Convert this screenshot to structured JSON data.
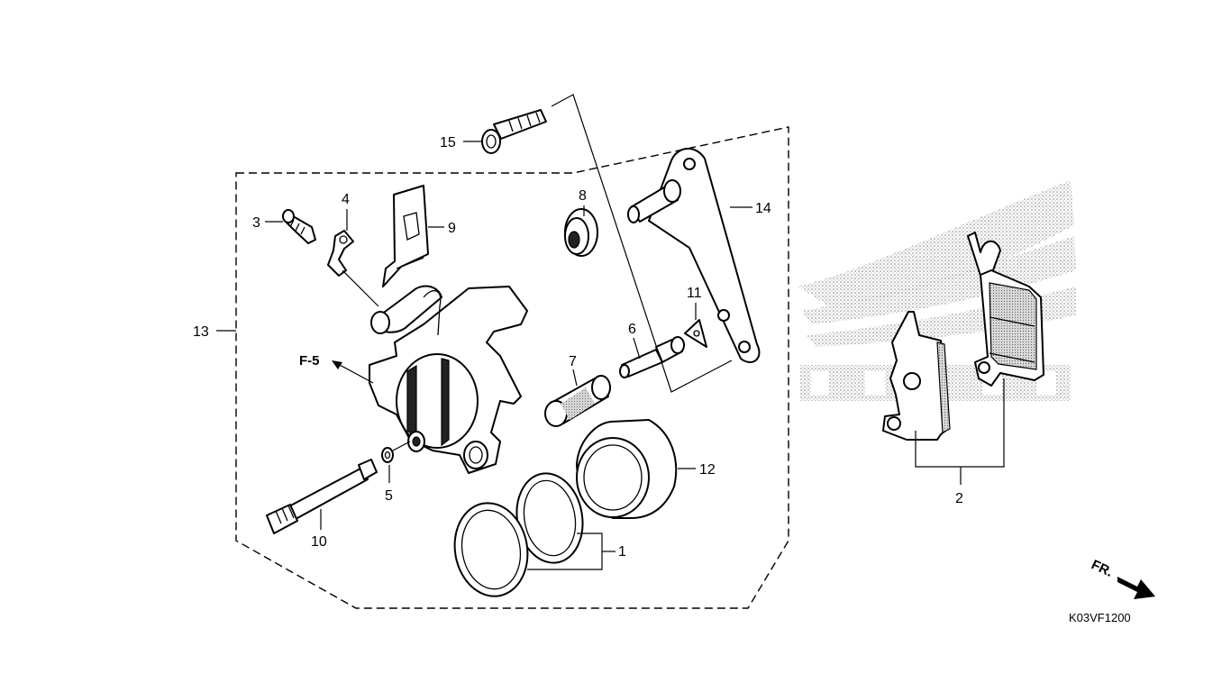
{
  "diagram": {
    "diagram_code": "K03VF1200",
    "reference": {
      "label": "F-5"
    },
    "direction_label": "FR.",
    "callouts": [
      {
        "id": "1",
        "label": "1"
      },
      {
        "id": "2",
        "label": "2"
      },
      {
        "id": "3",
        "label": "3"
      },
      {
        "id": "4",
        "label": "4"
      },
      {
        "id": "5",
        "label": "5"
      },
      {
        "id": "6",
        "label": "6"
      },
      {
        "id": "7",
        "label": "7"
      },
      {
        "id": "8",
        "label": "8"
      },
      {
        "id": "9",
        "label": "9"
      },
      {
        "id": "10",
        "label": "10"
      },
      {
        "id": "11",
        "label": "11"
      },
      {
        "id": "12",
        "label": "12"
      },
      {
        "id": "13",
        "label": "13"
      },
      {
        "id": "14",
        "label": "14"
      },
      {
        "id": "15",
        "label": "15"
      }
    ]
  }
}
